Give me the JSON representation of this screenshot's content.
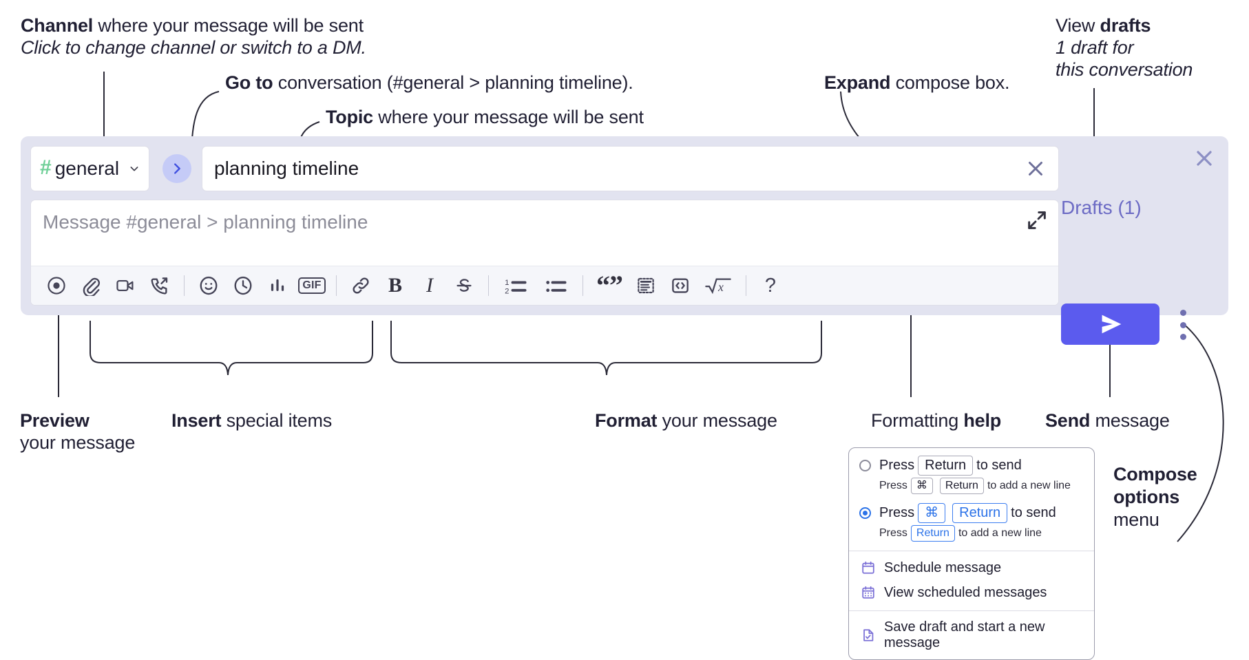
{
  "annotations": {
    "channel": {
      "bold": "Channel",
      "rest": " where your message will be sent",
      "italic": "Click to change channel or switch to a DM."
    },
    "goto": {
      "bold": "Go to",
      "rest": " conversation (#general > planning timeline)."
    },
    "topic": {
      "bold": "Topic",
      "rest": " where your message will be sent"
    },
    "expand": {
      "bold": "Expand",
      "rest": " compose box."
    },
    "drafts": {
      "rest": "View ",
      "bold": "drafts",
      "italic_l1": "1 draft for",
      "italic_l2": "this conversation"
    },
    "preview": {
      "bold": "Preview",
      "l2": "your message"
    },
    "insert": {
      "bold": "Insert",
      "rest": " special items"
    },
    "format": {
      "bold": "Format",
      "rest": " your message"
    },
    "help": {
      "rest": "Formatting ",
      "bold": "help"
    },
    "send": {
      "bold": "Send",
      "rest": " message"
    },
    "compose_options": {
      "l1": "Compose",
      "l2": "options",
      "l3": "menu"
    }
  },
  "compose": {
    "channel": {
      "hash": "#",
      "name": "general",
      "chevron_icon": "chevron-down-icon"
    },
    "goto_icon": "chevron-right-icon",
    "topic": {
      "value": "planning timeline",
      "clear_icon": "close-icon"
    },
    "message": {
      "placeholder": "Message #general > planning timeline",
      "value": ""
    },
    "expand_icon": "expand-icon",
    "close_icon": "close-icon",
    "drafts_label": "Drafts (1)",
    "send_icon": "send-paper-plane-icon",
    "options_icon": "kebab-menu-icon",
    "toolbar": [
      {
        "name": "preview-button",
        "icon": "eye-icon"
      },
      {
        "name": "attach-file-button",
        "icon": "paperclip-icon"
      },
      {
        "name": "video-clip-button",
        "icon": "video-camera-icon"
      },
      {
        "name": "audio-clip-button",
        "icon": "phone-arrow-icon"
      },
      {
        "name": "separator-1",
        "icon": "divider"
      },
      {
        "name": "emoji-button",
        "icon": "smiley-icon"
      },
      {
        "name": "reminder-button",
        "icon": "clock-icon"
      },
      {
        "name": "poll-button",
        "icon": "bar-chart-icon"
      },
      {
        "name": "gif-button",
        "icon": "gif-icon",
        "label": "GIF"
      },
      {
        "name": "separator-2",
        "icon": "divider"
      },
      {
        "name": "link-button",
        "icon": "link-icon"
      },
      {
        "name": "bold-button",
        "icon": "bold-icon",
        "label": "B"
      },
      {
        "name": "italic-button",
        "icon": "italic-icon",
        "label": "I"
      },
      {
        "name": "strikethrough-button",
        "icon": "strikethrough-icon"
      },
      {
        "name": "separator-3",
        "icon": "divider"
      },
      {
        "name": "ordered-list-button",
        "icon": "numbered-list-icon"
      },
      {
        "name": "bulleted-list-button",
        "icon": "bulleted-list-icon"
      },
      {
        "name": "separator-4",
        "icon": "divider"
      },
      {
        "name": "blockquote-button",
        "icon": "quote-icon"
      },
      {
        "name": "code-block-button",
        "icon": "code-block-icon"
      },
      {
        "name": "inline-code-button",
        "icon": "angle-brackets-icon"
      },
      {
        "name": "math-button",
        "icon": "square-root-x-icon"
      },
      {
        "name": "separator-5",
        "icon": "divider"
      },
      {
        "name": "formatting-help-button",
        "icon": "question-mark-icon",
        "label": "?"
      }
    ]
  },
  "options_menu": {
    "radio_options": [
      {
        "selected": false,
        "main": {
          "pre": "Press",
          "keys": [
            "Return"
          ],
          "post": "to send"
        },
        "sub": {
          "pre": "Press",
          "keys": [
            "⌘",
            "Return"
          ],
          "post": "to add a new line"
        }
      },
      {
        "selected": true,
        "main": {
          "pre": "Press",
          "keys": [
            "⌘",
            "Return"
          ],
          "post": "to send"
        },
        "sub": {
          "pre": "Press",
          "keys": [
            "Return"
          ],
          "post": "to add a new line"
        }
      }
    ],
    "items": [
      {
        "label": "Schedule message",
        "icon": "calendar-icon"
      },
      {
        "label": "View scheduled messages",
        "icon": "calendar-grid-icon"
      },
      {
        "label": "Save draft and start a new message",
        "icon": "file-check-icon"
      }
    ]
  },
  "colors": {
    "widget_bg": "#e2e3f0",
    "send_button": "#5b5bee",
    "goto_button": "#c5cbf7",
    "hash_green": "#6fcf97",
    "drafts_text": "#6b6ac4",
    "radio_blue": "#2b72e8",
    "menu_icon": "#7a6fd6"
  }
}
